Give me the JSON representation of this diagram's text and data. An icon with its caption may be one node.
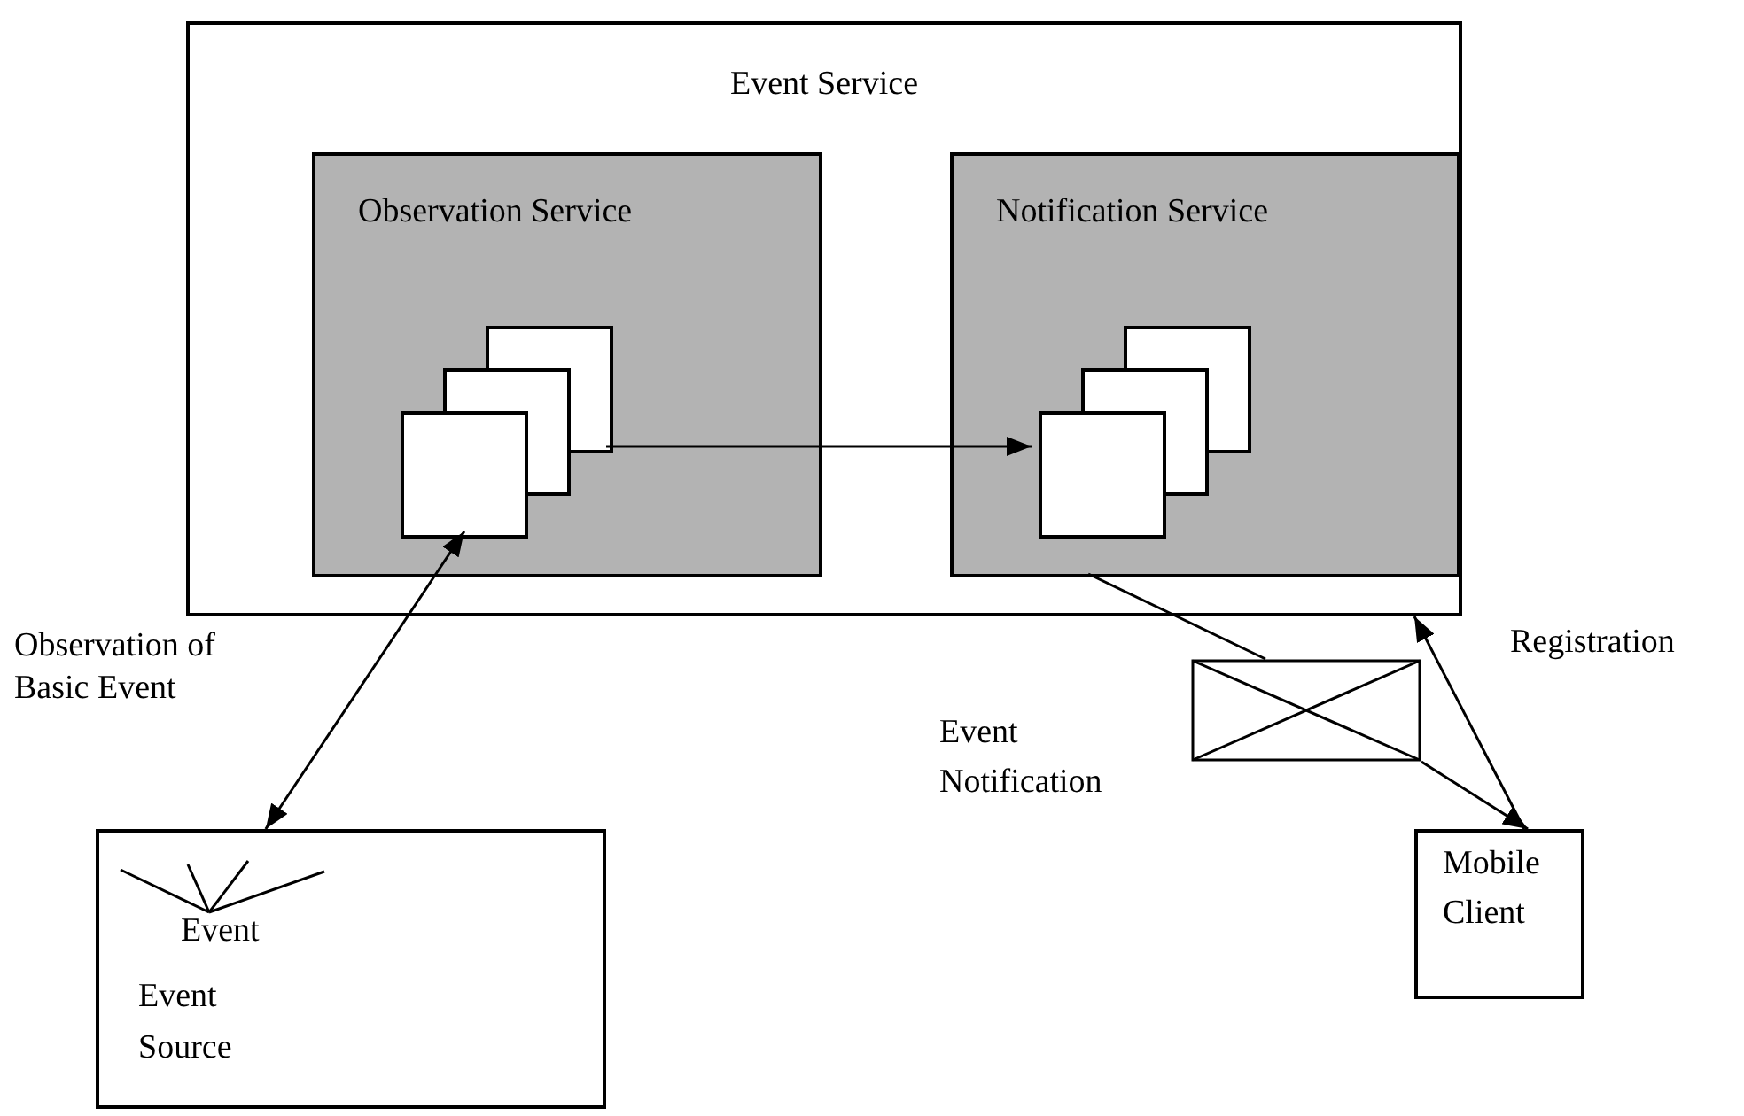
{
  "diagram": {
    "nodes": [
      {
        "text": [
          "Event Service"
        ]
      },
      {
        "text": [
          "Observation Service"
        ],
        "in": 0
      },
      {
        "text": [],
        "shape": "picture",
        "in": 1
      },
      {
        "text": [
          "Notification Service"
        ],
        "in": 0
      },
      {
        "text": [],
        "shape": "picture",
        "in": 3
      },
      {
        "text": [
          "Event",
          "Event Source"
        ]
      },
      {
        "text": [
          "Mobile Client"
        ]
      },
      {
        "text": [],
        "shape": "box",
        "beside": [
          "Event Notification"
        ]
      }
    ],
    "edges": [
      {
        "from": 2,
        "to": 4,
        "arrow": "to"
      },
      {
        "from": 2,
        "to": 5,
        "arrow": "both",
        "label": "Observation of Basic Event"
      },
      {
        "from": 3,
        "to": 7,
        "arrow": "none"
      },
      {
        "from": 7,
        "to": 6,
        "arrow": "to"
      },
      {
        "from": 6,
        "to": 0,
        "arrow": "to",
        "label": "Registration"
      }
    ]
  }
}
